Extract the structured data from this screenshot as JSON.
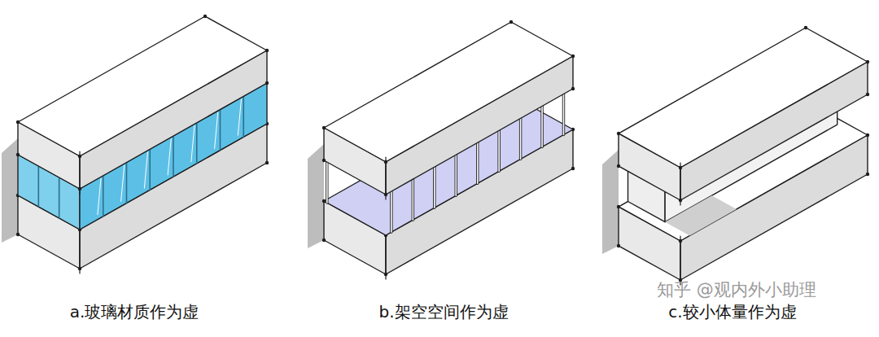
{
  "diagram": {
    "labels": [
      "a.玻璃材质作为虚",
      "b.架空空间作为虚",
      "c.较小体量作为虚",
      "知乎 @观内外小助理"
    ]
  }
}
